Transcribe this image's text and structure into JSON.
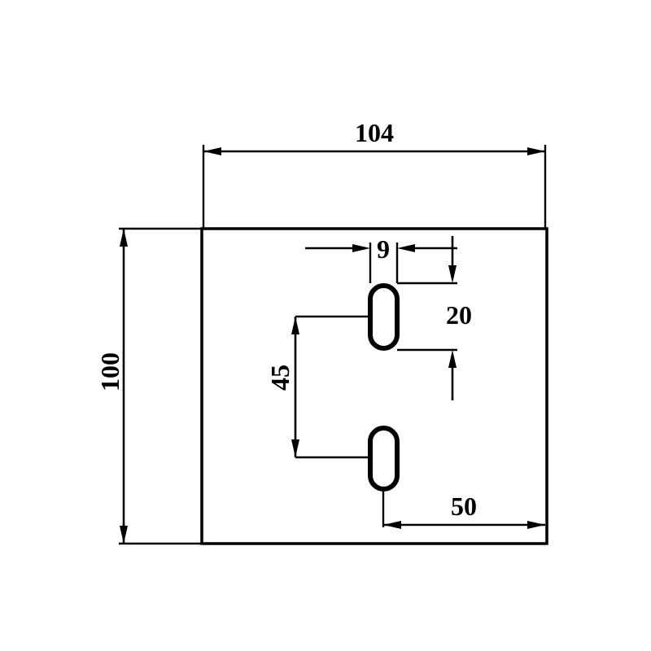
{
  "drawing": {
    "dims": {
      "plate_width": "104",
      "plate_height": "100",
      "slot_width": "9",
      "slot_length": "20",
      "slot_spacing": "45",
      "slot_offset_right": "50"
    }
  }
}
